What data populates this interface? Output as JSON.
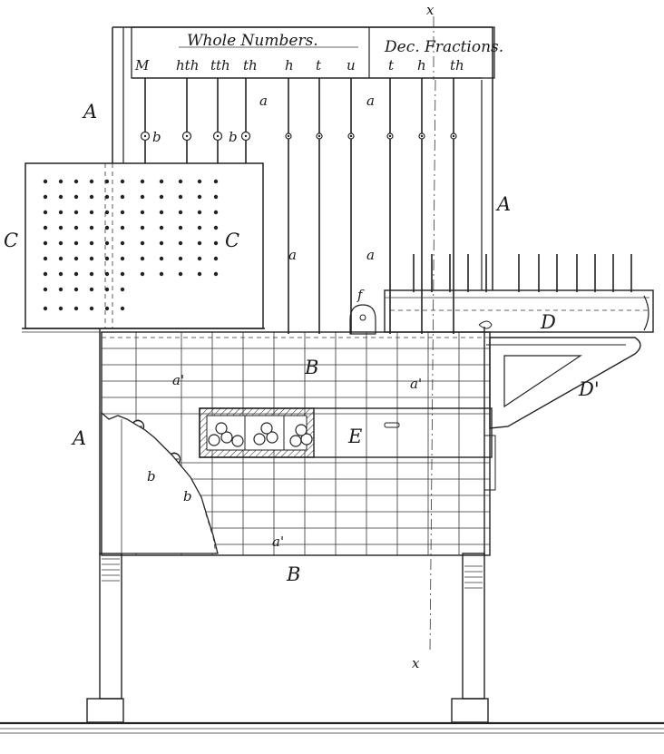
{
  "header": {
    "whole_numbers": "Whole Numbers.",
    "dec_fractions": "Dec. Fractions."
  },
  "columns": [
    "M",
    "hth",
    "tth",
    "th",
    "h",
    "t",
    "u",
    "t",
    "h",
    "th"
  ],
  "labels": {
    "A": "A",
    "B": "B",
    "C": "C",
    "D": "D",
    "D_prime": "D'",
    "E": "E",
    "a": "a",
    "a_prime": "a'",
    "b": "b",
    "f": "f",
    "x": "x"
  },
  "colors": {
    "ink": "#222222",
    "paper": "#ffffff"
  }
}
